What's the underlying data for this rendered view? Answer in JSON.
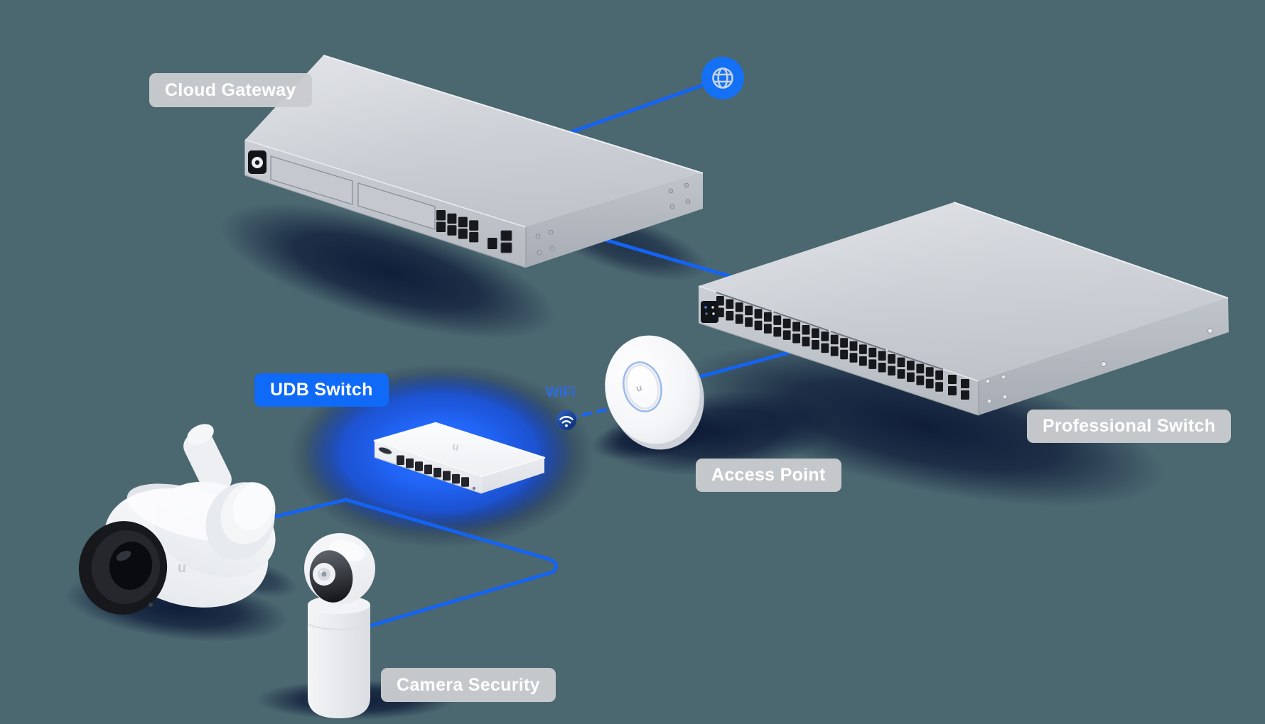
{
  "page": {
    "background_color": "#4B6770",
    "accent_blue": "#0F6AF8",
    "line_blue": "#1463F2",
    "chip_gray": "#C9CBCE",
    "shadow_navy": "#0B1836",
    "glow_blue": "#2165F7"
  },
  "labels": {
    "cloud_gateway": "Cloud Gateway",
    "udb_switch": "UDB Switch",
    "professional_switch": "Professional Switch",
    "access_point": "Access Point",
    "camera_security": "Camera Security",
    "wifi": "WiFi"
  },
  "brand": {
    "logo_glyph": "u"
  },
  "devices": [
    {
      "id": "internet",
      "type": "internet-globe"
    },
    {
      "id": "cloud-gateway",
      "type": "rack-gateway",
      "label_key": "cloud_gateway"
    },
    {
      "id": "professional-switch",
      "type": "rack-switch-48-port",
      "label_key": "professional_switch"
    },
    {
      "id": "udb-switch",
      "type": "desktop-switch-8-port",
      "label_key": "udb_switch",
      "highlighted": true
    },
    {
      "id": "access-point",
      "type": "ceiling-access-point",
      "label_key": "access_point"
    },
    {
      "id": "bullet-camera",
      "type": "security-camera",
      "label_key": "camera_security"
    },
    {
      "id": "tower-camera",
      "type": "security-camera",
      "label_key": "camera_security"
    }
  ],
  "connections": [
    {
      "from": "internet",
      "to": "cloud-gateway",
      "style": "solid"
    },
    {
      "from": "cloud-gateway",
      "to": "professional-switch",
      "style": "solid"
    },
    {
      "from": "professional-switch",
      "to": "access-point",
      "style": "solid"
    },
    {
      "from": "access-point",
      "to": "udb-switch",
      "style": "dashed",
      "medium": "wifi"
    },
    {
      "from": "udb-switch",
      "to": "bullet-camera",
      "style": "solid"
    },
    {
      "from": "udb-switch",
      "to": "tower-camera",
      "style": "solid"
    }
  ]
}
